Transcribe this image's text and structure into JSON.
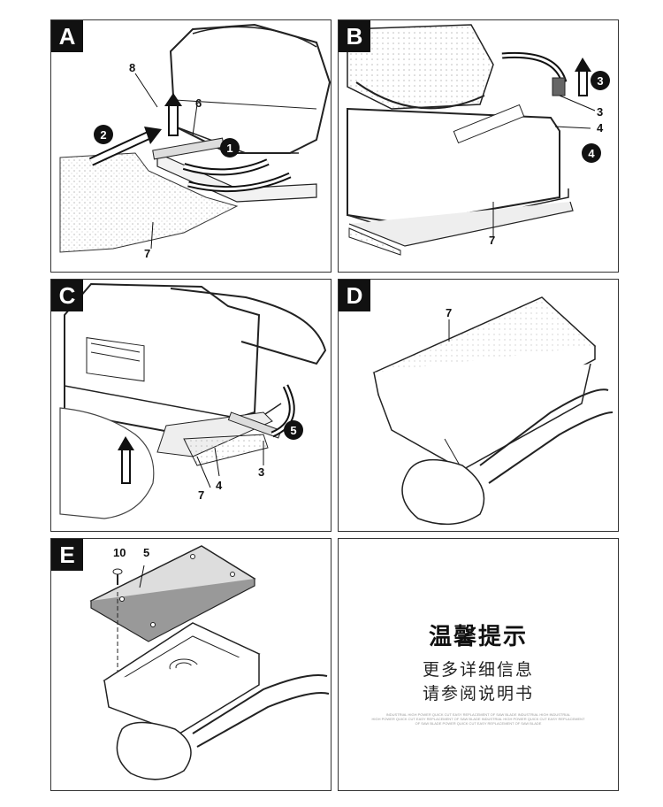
{
  "panels": {
    "A": {
      "badge": "A",
      "labels": {
        "l8": "8",
        "l6": "6",
        "l7": "7"
      },
      "steps": {
        "s1": "1",
        "s2": "2"
      }
    },
    "B": {
      "badge": "B",
      "labels": {
        "l3": "3",
        "l4": "4",
        "l7": "7"
      },
      "steps": {
        "s3": "3",
        "s4": "4"
      }
    },
    "C": {
      "badge": "C",
      "labels": {
        "l7": "7",
        "l4": "4",
        "l3": "3"
      },
      "steps": {
        "s5": "5"
      }
    },
    "D": {
      "badge": "D",
      "labels": {
        "l7": "7"
      }
    },
    "E": {
      "badge": "E",
      "labels": {
        "l10": "10",
        "l5": "5"
      }
    }
  },
  "tips": {
    "title": "温馨提示",
    "line1": "更多详细信息",
    "line2": "请参阅说明书",
    "fine_print": [
      "INDUSTRIAL HIGH POWER QUICK CUT EASY REPLACEMENT OF SAW BLADE INDUSTRIAL HIGH INDUSTRIAL",
      "HIGH POWER QUICK CUT EASY REPLACEMENT OF SAW BLADE INDUSTRIAL HIGH POWER QUICK CUT EASY REPLACEMENT",
      "OF SAW BLADE POWER QUICK CUT EASY REPLACEMENT OF SAW BLADE"
    ]
  },
  "colors": {
    "ink": "#111111",
    "frame": "#333333",
    "paper": "#ffffff",
    "stipple": "#bbbbbb"
  }
}
